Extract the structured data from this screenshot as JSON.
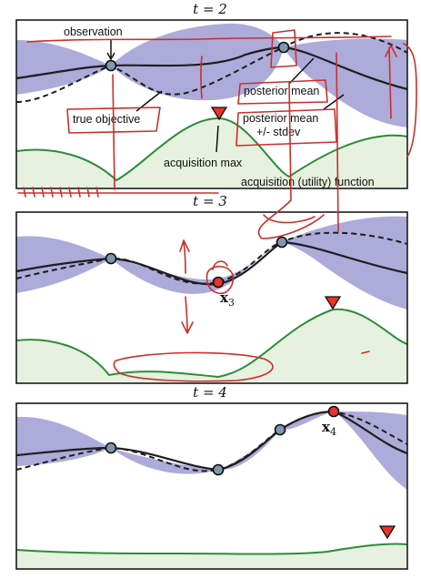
{
  "panels": [
    {
      "title": "t = 2"
    },
    {
      "title": "t = 3",
      "new_point_label": "x",
      "new_point_sub": "3"
    },
    {
      "title": "t = 4",
      "new_point_label": "x",
      "new_point_sub": "4"
    }
  ],
  "annotations": {
    "observation": "observation",
    "true_objective": "true objective",
    "posterior_mean": "posterior mean",
    "posterior_mean_stdev_1": "posterior mean",
    "posterior_mean_stdev_2": "+/- stdev",
    "acquisition_max": "acquisition max",
    "acquisition_function": "acquisition (utility) function"
  },
  "colors": {
    "uncertainty_band": "#a9a6d8",
    "acquisition_line": "#2e8b3a",
    "acquisition_fill": "#e6f1df",
    "observation_point": "#7f98ad",
    "new_observation_point": "#e8322c",
    "acquisition_max_marker": "#e8322c",
    "handwritten_ink": "#c9302c"
  }
}
